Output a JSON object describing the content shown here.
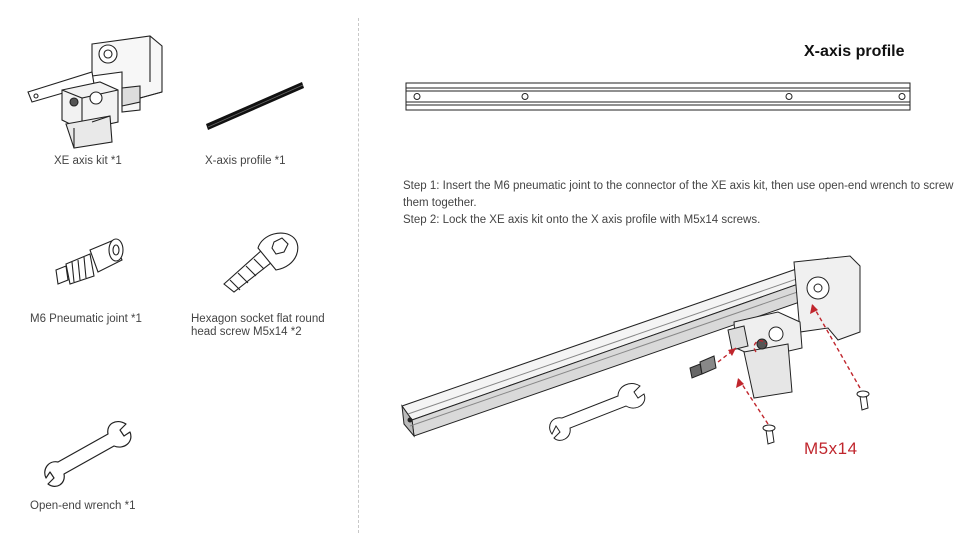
{
  "parts": [
    {
      "name": "XE axis kit *1"
    },
    {
      "name": "X-axis profile *1"
    },
    {
      "name": "M6 Pneumatic joint *1"
    },
    {
      "name": "Hexagon socket flat round head screw M5x14 *2"
    },
    {
      "name": "Open-end wrench *1"
    }
  ],
  "section": {
    "title": "X-axis profile"
  },
  "steps": [
    "Step 1: Insert the M6 pneumatic joint to the connector of the XE axis kit, then use open-end wrench to screw them together.",
    "Step 2: Lock the XE axis kit onto the X axis profile with M5x14 screws."
  ],
  "callout": {
    "label": "M5x14",
    "color": "#c0262d"
  },
  "colors": {
    "accent": "#c0262d",
    "line": "#222222",
    "divider": "#c8c8c8"
  }
}
